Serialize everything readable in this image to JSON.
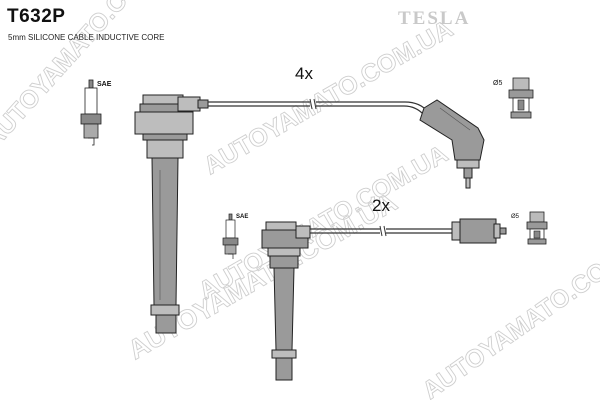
{
  "header": {
    "part_number": "T632P",
    "description": "5mm SILICONE CABLE INDUCTIVE CORE",
    "brand": "TESLA"
  },
  "labels": {
    "qty_long": "4x",
    "qty_short": "2x",
    "plug_type_1": "SAE",
    "plug_type_2": "SAE",
    "terminal_size_1": "Ø5",
    "terminal_size_2": "Ø5"
  },
  "watermark": {
    "text": "AUTOYAMATO.COM.UA"
  },
  "colors": {
    "part_fill": "#9a9a9a",
    "outline": "#222222",
    "watermark": "#cfcfcf",
    "brand": "#c9c9c9"
  }
}
